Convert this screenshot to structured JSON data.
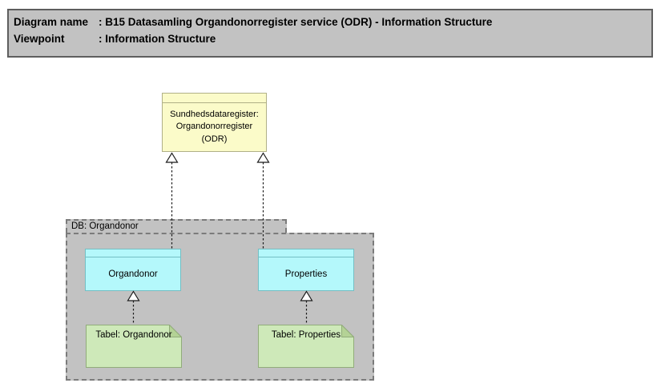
{
  "header": {
    "rows": [
      {
        "label": "Diagram name",
        "value": ": B15 Datasamling Organdonorregister service (ODR) - Information Structure"
      },
      {
        "label": "Viewpoint",
        "value": ": Information Structure"
      }
    ]
  },
  "nodes": {
    "service": {
      "lines": [
        "Sundhedsdataregister:",
        "Organdonorregister",
        "(ODR)"
      ]
    },
    "db_group": {
      "label": "DB: Organdonor"
    },
    "entity_organdonor": {
      "label": "Organdonor"
    },
    "entity_properties": {
      "label": "Properties"
    },
    "table_organdonor": {
      "label": "Tabel: Organdonor"
    },
    "table_properties": {
      "label": "Tabel: Properties"
    }
  },
  "connectors": [
    {
      "type": "realization",
      "from": "Organdonor",
      "to": "Sundhedsdataregister: Organdonorregister (ODR)"
    },
    {
      "type": "realization",
      "from": "Properties",
      "to": "Sundhedsdataregister: Organdonorregister (ODR)"
    },
    {
      "type": "realization",
      "from": "Tabel: Organdonor",
      "to": "Organdonor"
    },
    {
      "type": "realization",
      "from": "Tabel: Properties",
      "to": "Properties"
    }
  ],
  "colors": {
    "header_fill": "#c2c2c2",
    "group_fill": "#c2c2c2",
    "group_border": "#7b7b7b",
    "service_fill": "#fbfbc9",
    "data_object_fill": "#b4f8fb",
    "table_fill": "#cee9b9",
    "table_fold": "#b4d296",
    "connector": "#000000"
  }
}
